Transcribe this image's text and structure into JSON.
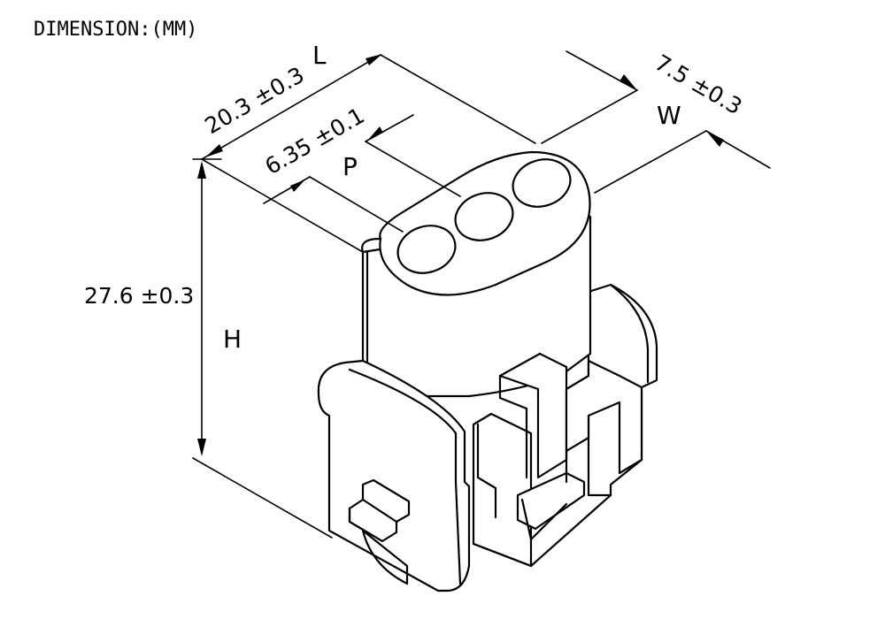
{
  "title": "DIMENSION:(MM)",
  "dimensions": {
    "length": {
      "letter": "L",
      "value": "20.3 ±0.3"
    },
    "pitch": {
      "letter": "P",
      "value": "6.35 ±0.1"
    },
    "width": {
      "letter": "W",
      "value": "7.5 ±0.3"
    },
    "height": {
      "letter": "H",
      "value": "27.6 ±0.3"
    }
  }
}
